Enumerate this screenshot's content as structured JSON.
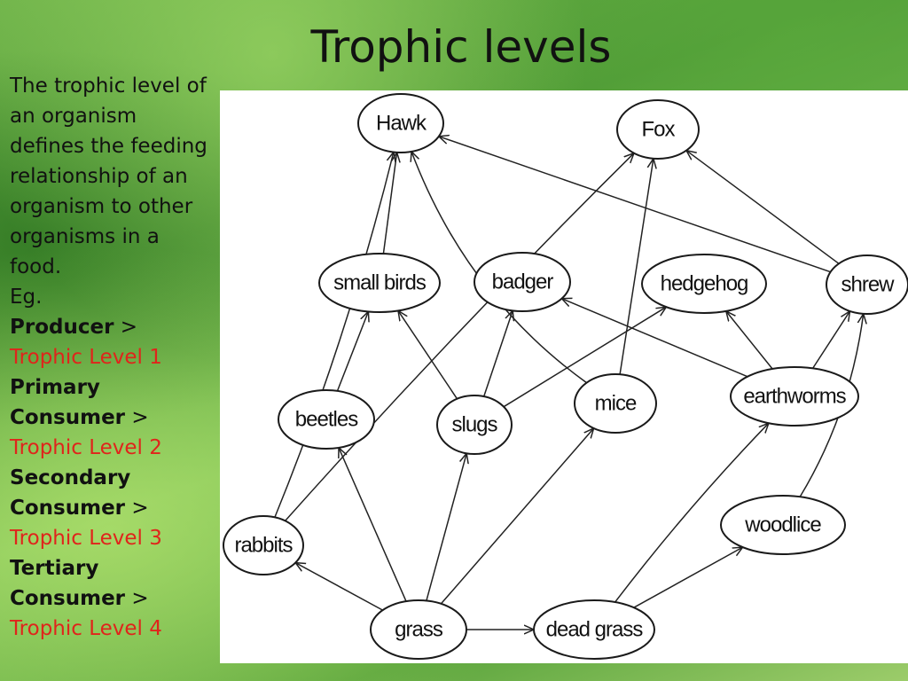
{
  "slide": {
    "title": "Trophic levels",
    "intro": "The trophic level of an organism defines the feeding relationship of an organism to other organisms in a food.",
    "example_label": "Eg.",
    "levels": [
      {
        "role_line1": "Producer",
        "role_line2": "",
        "arrow": " >",
        "level": "Trophic Level 1"
      },
      {
        "role_line1": "Primary",
        "role_line2": "Consumer",
        "arrow": " >",
        "level": "Trophic Level 2"
      },
      {
        "role_line1": "Secondary",
        "role_line2": "Consumer",
        "arrow": " >",
        "level": "Trophic Level 3"
      },
      {
        "role_line1": "Tertiary",
        "role_line2": "Consumer",
        "arrow": " >",
        "level": "Trophic Level 4"
      }
    ],
    "colors": {
      "level_text": "#e0241b",
      "background": "#5aa43c"
    }
  },
  "food_web": {
    "nodes": [
      {
        "id": "hawk",
        "label": "Hawk"
      },
      {
        "id": "fox",
        "label": "Fox"
      },
      {
        "id": "small_birds",
        "label": "small birds"
      },
      {
        "id": "badger",
        "label": "badger"
      },
      {
        "id": "hedgehog",
        "label": "hedgehog"
      },
      {
        "id": "shrew",
        "label": "shrew"
      },
      {
        "id": "beetles",
        "label": "beetles"
      },
      {
        "id": "slugs",
        "label": "slugs"
      },
      {
        "id": "mice",
        "label": "mice"
      },
      {
        "id": "earthworms",
        "label": "earthworms"
      },
      {
        "id": "woodlice",
        "label": "woodlice"
      },
      {
        "id": "rabbits",
        "label": "rabbits"
      },
      {
        "id": "grass",
        "label": "grass"
      },
      {
        "id": "dead_grass",
        "label": "dead grass"
      }
    ],
    "edges": [
      {
        "from": "grass",
        "to": "rabbits"
      },
      {
        "from": "grass",
        "to": "beetles"
      },
      {
        "from": "grass",
        "to": "slugs"
      },
      {
        "from": "grass",
        "to": "mice"
      },
      {
        "from": "grass",
        "to": "dead_grass"
      },
      {
        "from": "dead_grass",
        "to": "earthworms"
      },
      {
        "from": "dead_grass",
        "to": "woodlice"
      },
      {
        "from": "woodlice",
        "to": "shrew"
      },
      {
        "from": "earthworms",
        "to": "shrew"
      },
      {
        "from": "earthworms",
        "to": "hedgehog"
      },
      {
        "from": "earthworms",
        "to": "badger"
      },
      {
        "from": "slugs",
        "to": "small_birds"
      },
      {
        "from": "slugs",
        "to": "badger"
      },
      {
        "from": "slugs",
        "to": "hedgehog"
      },
      {
        "from": "beetles",
        "to": "small_birds"
      },
      {
        "from": "small_birds",
        "to": "hawk"
      },
      {
        "from": "rabbits",
        "to": "hawk"
      },
      {
        "from": "rabbits",
        "to": "fox"
      },
      {
        "from": "mice",
        "to": "hawk"
      },
      {
        "from": "mice",
        "to": "fox"
      },
      {
        "from": "shrew",
        "to": "hawk"
      },
      {
        "from": "shrew",
        "to": "fox"
      }
    ]
  }
}
